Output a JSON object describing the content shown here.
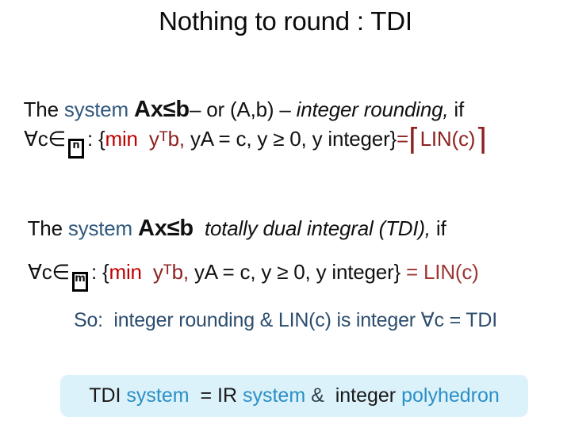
{
  "title": "Nothing to round : TDI",
  "para1": {
    "line1": {
      "the": "The ",
      "system": "system ",
      "axb": "Ax≤b",
      "or": "– or (A,b) – ",
      "italic": "integer rounding,",
      "if": " if"
    },
    "line2": {
      "forall": "∀c∈",
      "set_exponent": "n",
      "colon_brace": ": {",
      "min": "min  ",
      "ytb": "yᵀb,",
      "middle": " yA = c, y ≥ 0, y integer}",
      "equals": "=",
      "lceil": "⌈",
      "lin": "LIN(c)",
      "rceil": "⌉"
    }
  },
  "para2": {
    "line1": {
      "the": "The ",
      "system": "system ",
      "axb": "Ax≤b",
      "italic": "  totally dual integral (TDI),",
      "if": " if"
    },
    "line2": {
      "forall": "∀c∈",
      "set_exponent": "m",
      "colon_brace": ": {",
      "min": "min  ",
      "ytb": "yᵀb,",
      "middle": " yA = c, y ≥ 0, y integer}",
      "equals": " = ",
      "lin": "LIN(c)"
    }
  },
  "conclusion": "So:  integer rounding & LIN(c) is integer ∀c = TDI",
  "footer_box": {
    "tdi": "TDI ",
    "system1": "system",
    "eq_ir": "  = IR ",
    "system2": "system",
    "amp": " &",
    "integer": "  integer ",
    "polyhedron": "polyhedron"
  },
  "colors": {
    "system_blue": "#30597C",
    "min_red": "#C00000",
    "dark_red": "#8E2222",
    "brick_red": "#9E3634",
    "conclusion_navy": "#2C4D6E",
    "footer_blue": "#2B8FC7",
    "footer_bg": "#DCF2FA"
  }
}
